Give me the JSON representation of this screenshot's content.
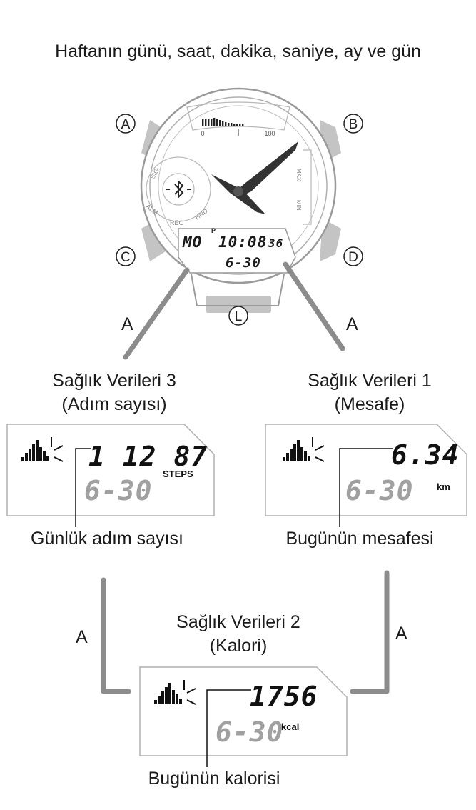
{
  "title": "Haftanın günü, saat, dakika, saniye, ay ve gün",
  "watch": {
    "button_labels": {
      "a": "A",
      "b": "B",
      "c": "C",
      "d": "D",
      "l": "L"
    },
    "gauge_min": "0",
    "gauge_max": "100",
    "ring_labels": {
      "sig": "SIG",
      "alm": "ALM",
      "rec": "REC",
      "hnd": "HND"
    },
    "side_max": "MAX",
    "side_min": "MIN",
    "pm_marker": "P",
    "day": "MO",
    "time": "10:08",
    "seconds": "36",
    "date": "6-30"
  },
  "press_label": "A",
  "screens": {
    "steps": {
      "title_line1": "Sağlık Verileri 3",
      "title_line2": "(Adım sayısı)",
      "value": "1 12 87",
      "unit": "STEPS",
      "date": "6-30",
      "caption": "Günlük adım sayısı"
    },
    "distance": {
      "title_line1": "Sağlık Verileri 1",
      "title_line2": "(Mesafe)",
      "value": "6.34",
      "unit": "km",
      "date": "6-30",
      "caption": "Bugünün mesafesi"
    },
    "calories": {
      "title_line1": "Sağlık Verileri 2",
      "title_line2": "(Kalori)",
      "value": "1756",
      "unit": "kcal",
      "date": "6-30",
      "caption": "Bugünün kalorisi"
    }
  },
  "colors": {
    "arrow": "#8c8c8c",
    "button": "#c4c4c4",
    "outline": "#9a9a9a",
    "hand": "#333333",
    "lcd_dim": "#a0a0a0"
  }
}
